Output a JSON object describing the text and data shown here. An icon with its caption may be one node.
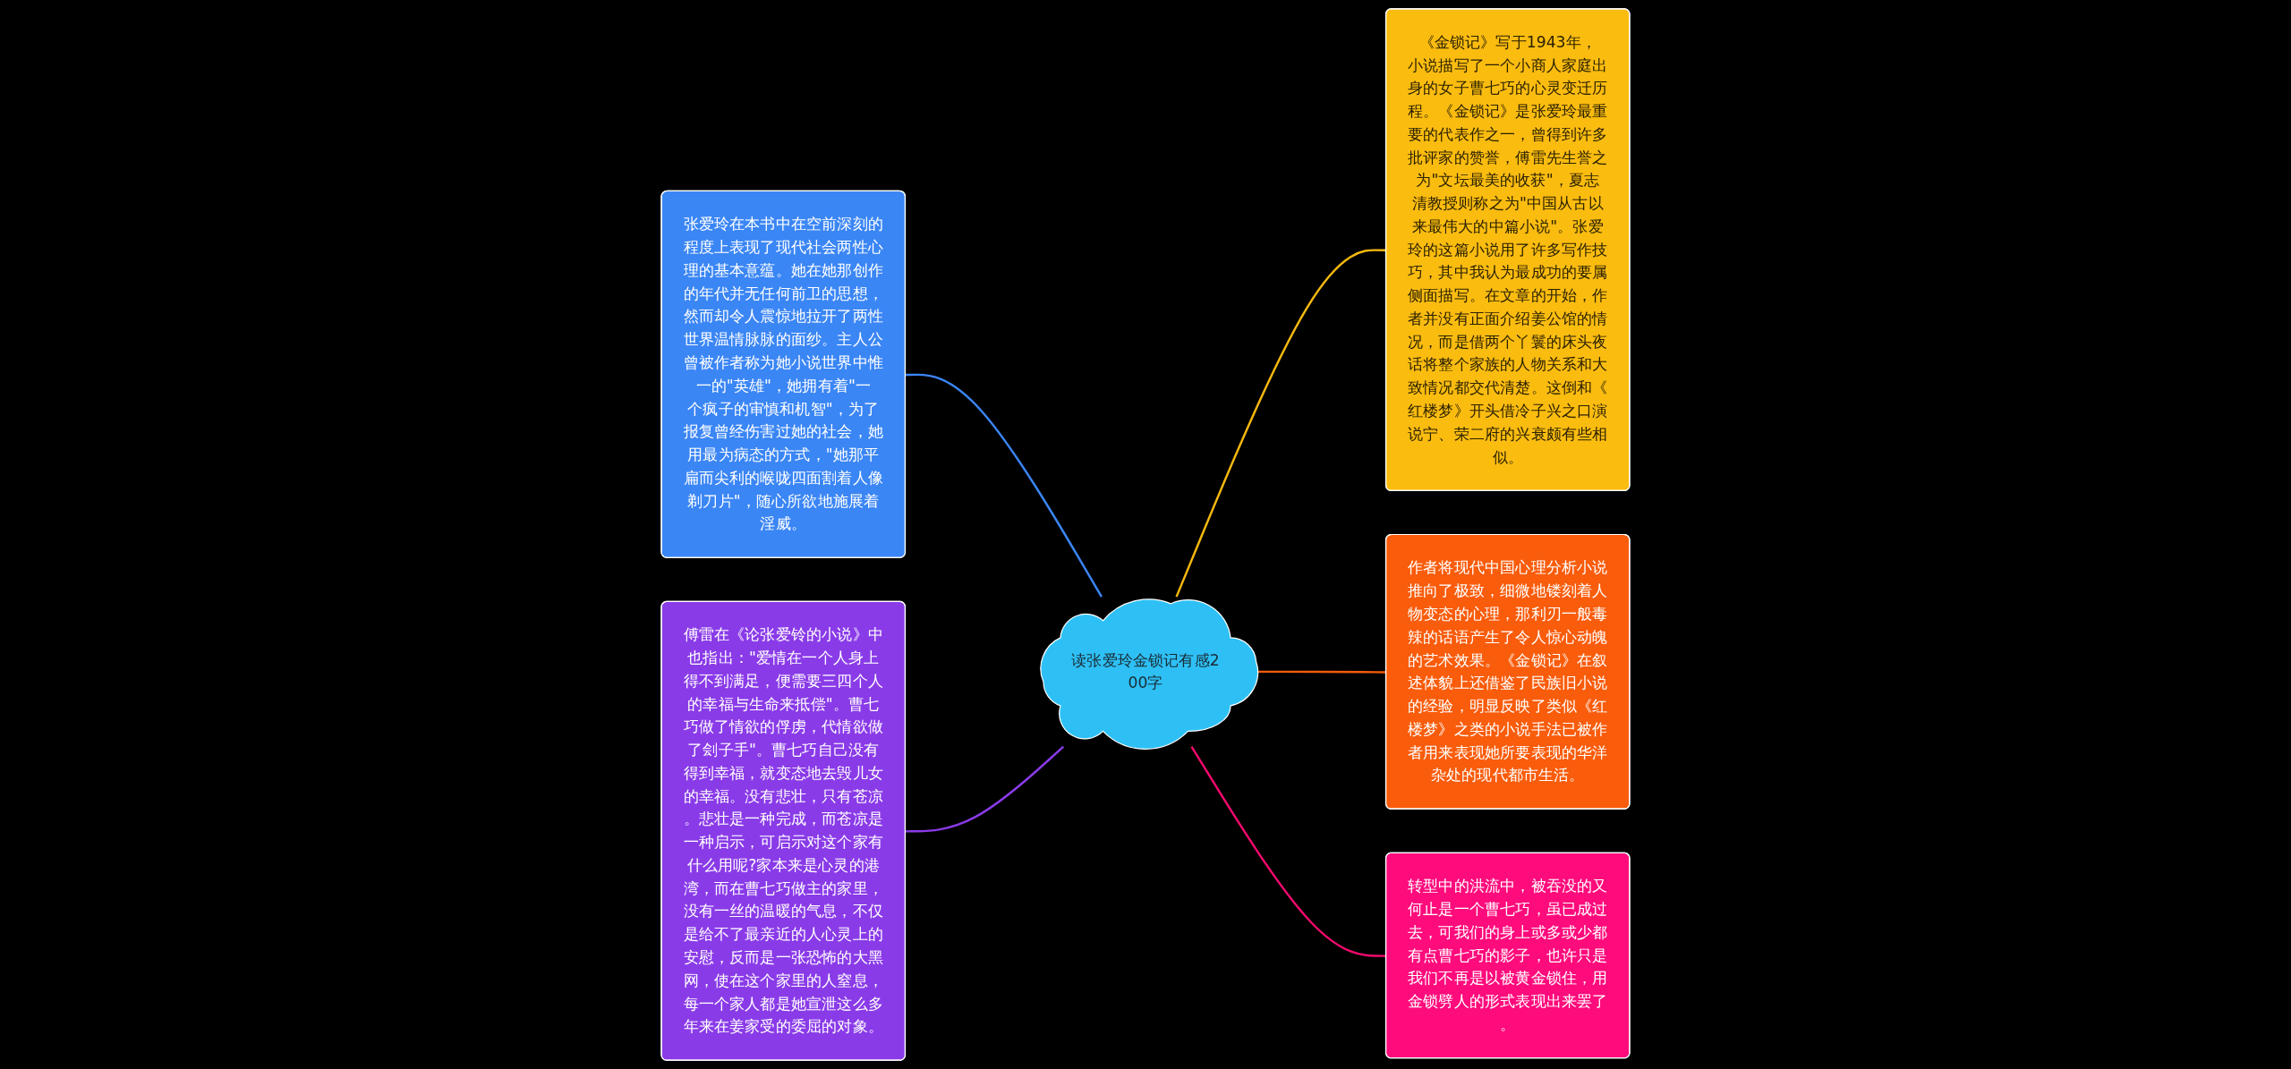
{
  "diagram": {
    "nodes": [
      {
        "text": [
          "读张爱玲金锁记有感200字"
        ]
      },
      {
        "text": [
          "张爱玲在本书中在空前深刻的程度上表现了现代社会两性心理的基本意蕴。她在她那创作的年代并无任何前卫的思想，然而却令人震惊地拉开了两性世界温情脉脉的面纱。主人公曾被作者称为她小说世界中惟一的\"英雄\"，她拥有着\"一个疯子的审慎和机智\"，为了报复曾经伤害过她的社会，她用最为病态的方式，\"她那平扁而尖利的喉咙四面割着人像剃刀片\"，随心所欲地施展着淫威。"
        ]
      },
      {
        "text": [
          "傅雷在《论张爱铃的小说》中也指出：\"爱情在一个人身上得不到满足，便需要三四个人的幸福与生命来抵偿\"。曹七巧做了情欲的俘虏，代情欲做了刽子手\"。曹七巧自己没有得到幸福，就变态地去毁儿女的幸福。没有悲壮，只有苍凉。悲壮是一种完成，而苍凉是一种启示，可启示对这个家有什么用呢?家本来是心灵的港湾，而在曹七巧做主的家里，没有一丝的温暖的气息，不仅是给不了最亲近的人心灵上的安慰，反而是一张恐怖的大黑网，使在这个家里的人窒息，每一个家人都是她宣泄这么多年来在姜家受的委屈的对象。"
        ]
      },
      {
        "text": [
          "《金锁记》写于1943年，小说描写了一个小商人家庭出身的女子曹七巧的心灵变迁历程。《金锁记》是张爱玲最重要的代表作之一，曾得到许多批评家的赞誉，傅雷先生誉之为\"文坛最美的收获\"，夏志清教授则称之为\"中国从古以来最伟大的中篇小说\"。张爱玲的这篇小说用了许多写作技巧，其中我认为最成功的要属侧面描写。在文章的开始，作者并没有正面介绍姜公馆的情况，而是借两个丫鬟的床头夜话将整个家族的人物关系和大致情况都交代清楚。这倒和《红楼梦》开头借冷子兴之口演说宁、荣二府的兴衰颇有些相似。"
        ]
      },
      {
        "text": [
          "作者将现代中国心理分析小说推向了极致，细微地镂刻着人物变态的心理，那利刃一般毒辣的话语产生了令人惊心动魄的艺术效果。《金锁记》在叙述体貌上还借鉴了民族旧小说的经验，明显反映了类似《红楼梦》之类的小说手法已被作者用来表现她所要表现的华洋杂处的现代都市生活。"
        ]
      },
      {
        "text": [
          "转型中的洪流中，被吞没的又何止是一个曹七巧，虽已成过去，可我们的身上或多或少都有点曹七巧的影子，也许只是我们不再是以被黄金锁住，用金锁劈人的形式表现出来罢了。"
        ]
      }
    ],
    "edges": [
      {
        "from": 1,
        "to": 0,
        "arrow": "none",
        "color": "#3b86f5"
      },
      {
        "from": 2,
        "to": 0,
        "arrow": "none",
        "color": "#8a3be8"
      },
      {
        "from": 0,
        "to": 3,
        "arrow": "none",
        "color": "#f6b90f"
      },
      {
        "from": 0,
        "to": 4,
        "arrow": "none",
        "color": "#f35b0c"
      },
      {
        "from": 0,
        "to": 5,
        "arrow": "none",
        "color": "#f50a6e"
      }
    ]
  }
}
